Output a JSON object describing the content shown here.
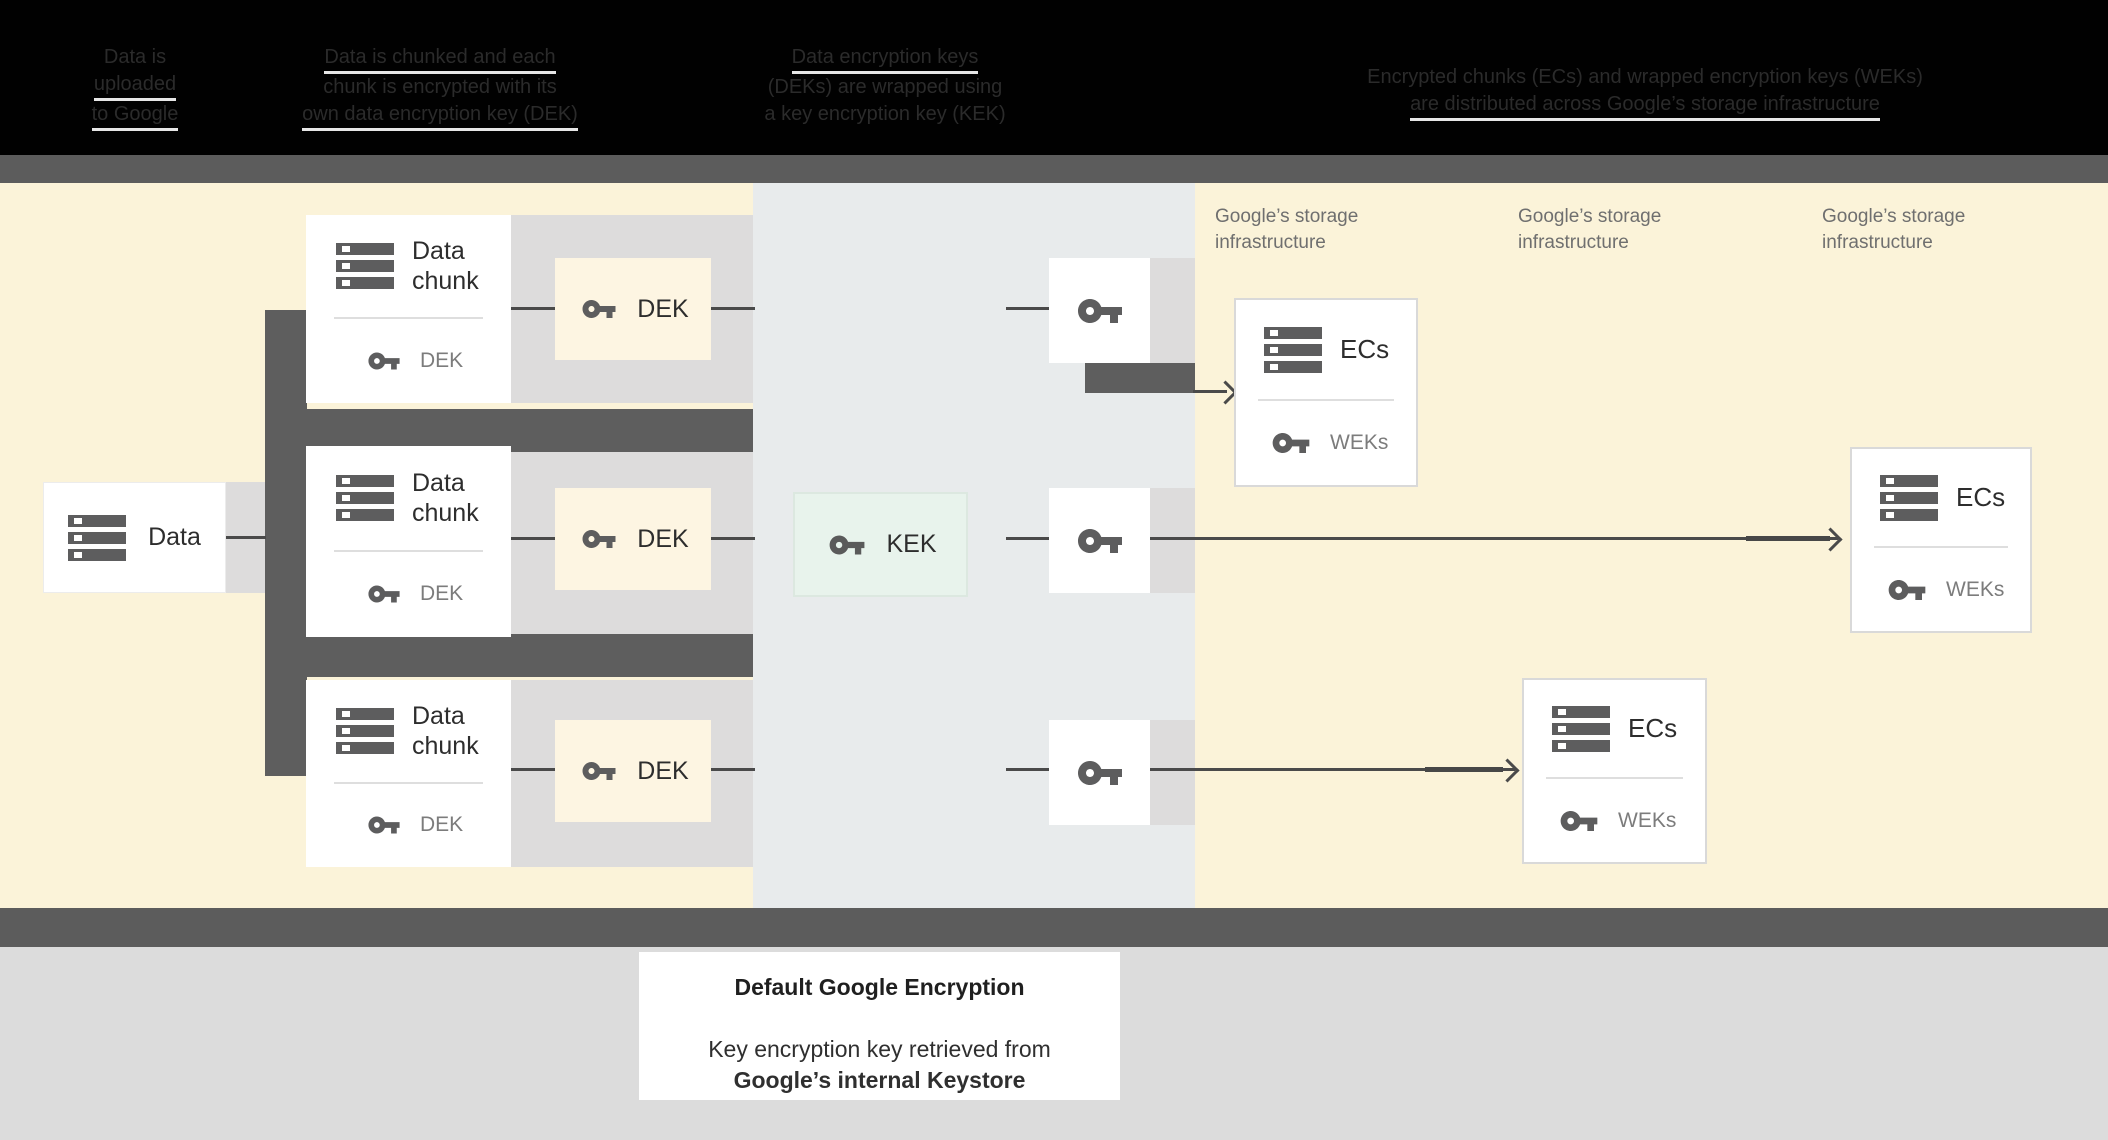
{
  "top_captions": {
    "columns": [
      {
        "lines": [
          "Data is",
          "uploaded",
          "to Google"
        ]
      },
      {
        "lines": [
          "Data is chunked and each",
          "chunk is encrypted with its",
          "own data encryption key (DEK)"
        ]
      },
      {
        "lines": [
          "Data encryption keys",
          "(DEKs) are wrapped using",
          "a key encryption key (KEK)"
        ]
      },
      {
        "lines": [
          "Encrypted chunks (ECs) and wrapped encryption keys (WEKs)",
          "are distributed across Google’s storage infrastructure"
        ]
      }
    ]
  },
  "storage_labels": [
    {
      "line1": "Google’s storage",
      "line2": "infrastructure"
    },
    {
      "line1": "Google’s storage",
      "line2": "infrastructure"
    },
    {
      "line1": "Google’s storage",
      "line2": "infrastructure"
    }
  ],
  "diagram": {
    "data_box": {
      "label": "Data",
      "icon": "storage-icon"
    },
    "chunk_rows": [
      {
        "title_line1": "Data",
        "title_line2": "chunk",
        "inner_key_label": "DEK",
        "dek_box_label": "DEK"
      },
      {
        "title_line1": "Data",
        "title_line2": "chunk",
        "inner_key_label": "DEK",
        "dek_box_label": "DEK"
      },
      {
        "title_line1": "Data",
        "title_line2": "chunk",
        "inner_key_label": "DEK",
        "dek_box_label": "DEK"
      }
    ],
    "kek_box": {
      "label": "KEK",
      "icon": "key-icon"
    },
    "key_boxes": [
      {
        "icon": "key-icon"
      },
      {
        "icon": "key-icon"
      },
      {
        "icon": "key-icon"
      }
    ],
    "ec_boxes": [
      {
        "label": "ECs",
        "key_label": "WEKs"
      },
      {
        "label": "ECs",
        "key_label": "WEKs"
      },
      {
        "label": "ECs",
        "key_label": "WEKs"
      }
    ]
  },
  "footer": {
    "title": "Default Google Encryption",
    "line1": "Key encryption key retrieved from",
    "line2": "Google’s internal Keystore"
  },
  "colors": {
    "top_band": "#010101",
    "caption_text": "#2b2b2b",
    "bar_gray": "#5c5c5c",
    "cream_background": "#fbf3d9",
    "blue_gray_section": "#e8ebec",
    "backing_band_gray": "#dddcdc",
    "pipe_dark_gray": "#5e5e5e",
    "dek_box_fill": "#fdf5e2",
    "kek_box_fill": "#e8f3ec",
    "icon_gray": "#5d5d5e",
    "secondary_text": "#7c7c7c",
    "footer_gray": "#dcdcdc"
  }
}
